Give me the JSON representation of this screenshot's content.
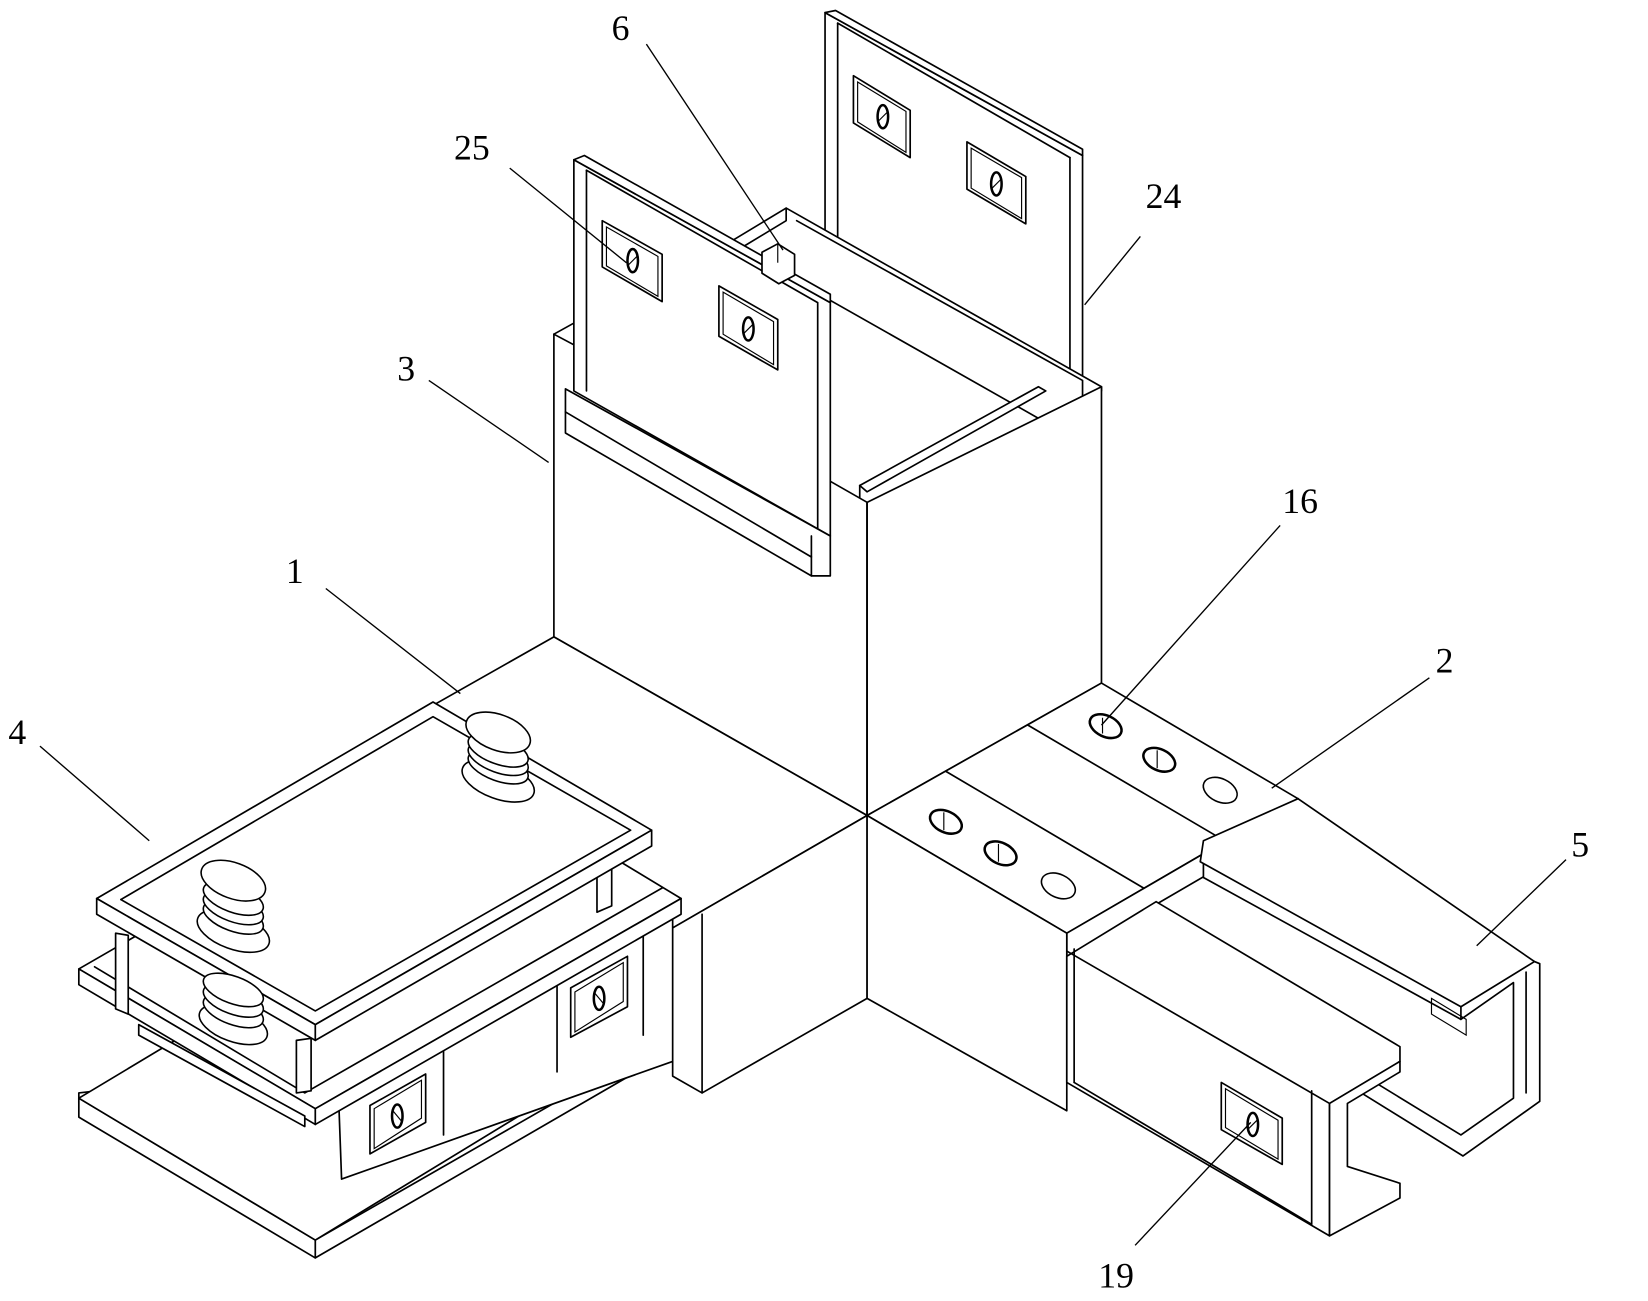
{
  "figure": {
    "type": "isometric patent drawing",
    "description": "Three-way connector assembly with central block, two upright plates with window latches, side clamping bracket with knobs, and C-channel arms"
  },
  "callouts": [
    {
      "id": "label-6",
      "text": "6",
      "part": "latch pin"
    },
    {
      "id": "label-25",
      "text": "25",
      "part": "window lock"
    },
    {
      "id": "label-24",
      "text": "24",
      "part": "rear upright plate"
    },
    {
      "id": "label-3",
      "text": "3",
      "part": "vertical column"
    },
    {
      "id": "label-16",
      "text": "16",
      "part": "bolt holes"
    },
    {
      "id": "label-2",
      "text": "2",
      "part": "right arm block"
    },
    {
      "id": "label-1",
      "text": "1",
      "part": "central base block"
    },
    {
      "id": "label-4",
      "text": "4",
      "part": "clamping bracket"
    },
    {
      "id": "label-5",
      "text": "5",
      "part": "C-channel"
    },
    {
      "id": "label-19",
      "text": "19",
      "part": "channel window lock"
    }
  ]
}
